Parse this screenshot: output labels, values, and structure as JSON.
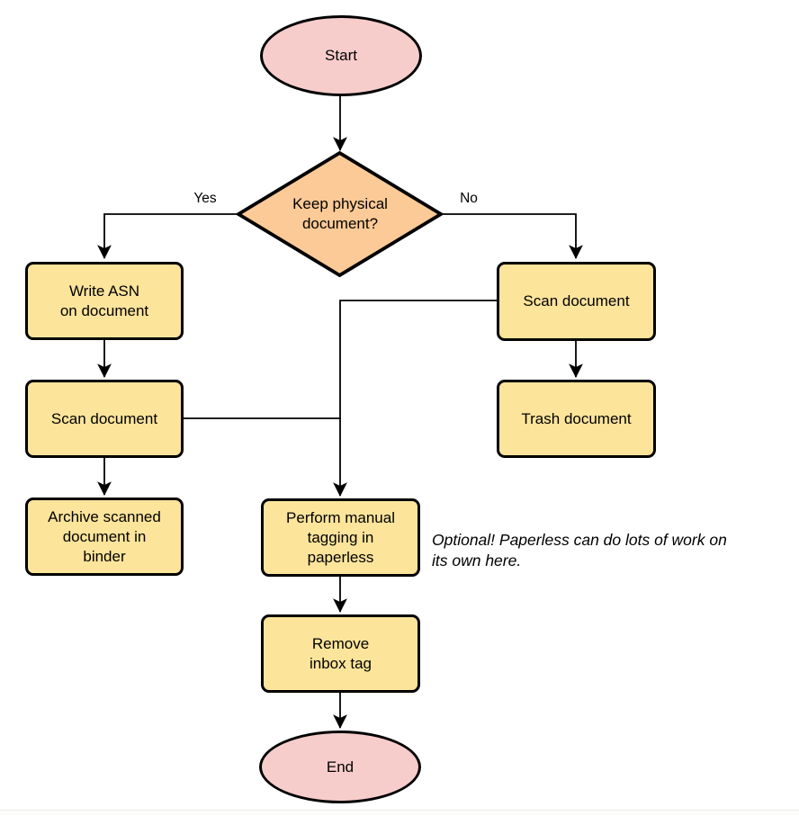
{
  "diagram": {
    "nodes": {
      "start": {
        "label": "Start",
        "type": "terminator"
      },
      "decision": {
        "label": "Keep physical\ndocument?",
        "type": "decision"
      },
      "write_asn": {
        "label": "Write ASN\non document",
        "type": "process"
      },
      "scan_left": {
        "label": "Scan document",
        "type": "process"
      },
      "archive": {
        "label": "Archive scanned\ndocument in\nbinder",
        "type": "process"
      },
      "scan_right": {
        "label": "Scan document",
        "type": "process"
      },
      "trash": {
        "label": "Trash document",
        "type": "process"
      },
      "tagging": {
        "label": "Perform manual\ntagging in\npaperless",
        "type": "process"
      },
      "remove_inbox": {
        "label": "Remove\ninbox tag",
        "type": "process"
      },
      "end": {
        "label": "End",
        "type": "terminator"
      }
    },
    "edge_labels": {
      "yes": "Yes",
      "no": "No"
    },
    "note": {
      "text": "Optional! Paperless can do lots of work on\nits own here."
    },
    "colors": {
      "terminator_fill": "#F7CDCB",
      "decision_fill": "#FBCA96",
      "process_fill": "#FCE49B",
      "stroke": "#000000"
    }
  }
}
